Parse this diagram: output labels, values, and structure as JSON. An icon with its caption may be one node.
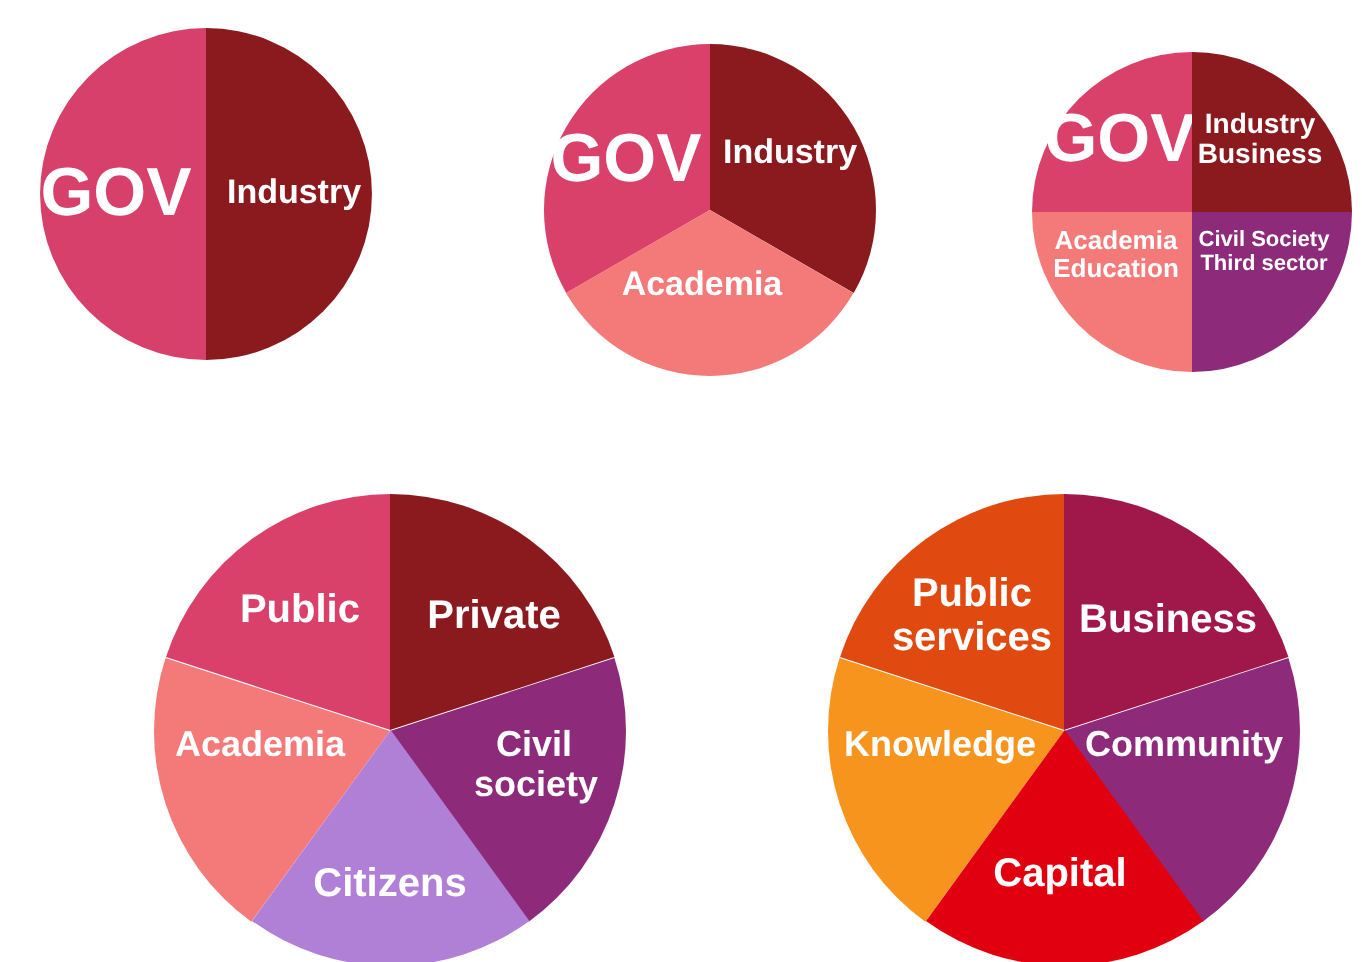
{
  "diagram": {
    "nodes": [
      {
        "text": [
          "GOV"
        ]
      },
      {
        "text": [
          "Industry"
        ]
      },
      {
        "text": [
          "GOV"
        ]
      },
      {
        "text": [
          "Industry"
        ]
      },
      {
        "text": [
          "Academia"
        ]
      },
      {
        "text": [
          "GOV"
        ]
      },
      {
        "text": [
          "Industry Business"
        ]
      },
      {
        "text": [
          "Academia Education"
        ]
      },
      {
        "text": [
          "Civil Society Third sector"
        ]
      },
      {
        "text": [
          "Public"
        ]
      },
      {
        "text": [
          "Private"
        ]
      },
      {
        "text": [
          "Academia"
        ]
      },
      {
        "text": [
          "Civil society"
        ]
      },
      {
        "text": [
          "Citizens"
        ]
      },
      {
        "text": [
          "Public services"
        ]
      },
      {
        "text": [
          "Business"
        ]
      },
      {
        "text": [
          "Knowledge"
        ]
      },
      {
        "text": [
          "Community"
        ]
      },
      {
        "text": [
          "Capital"
        ]
      }
    ]
  }
}
